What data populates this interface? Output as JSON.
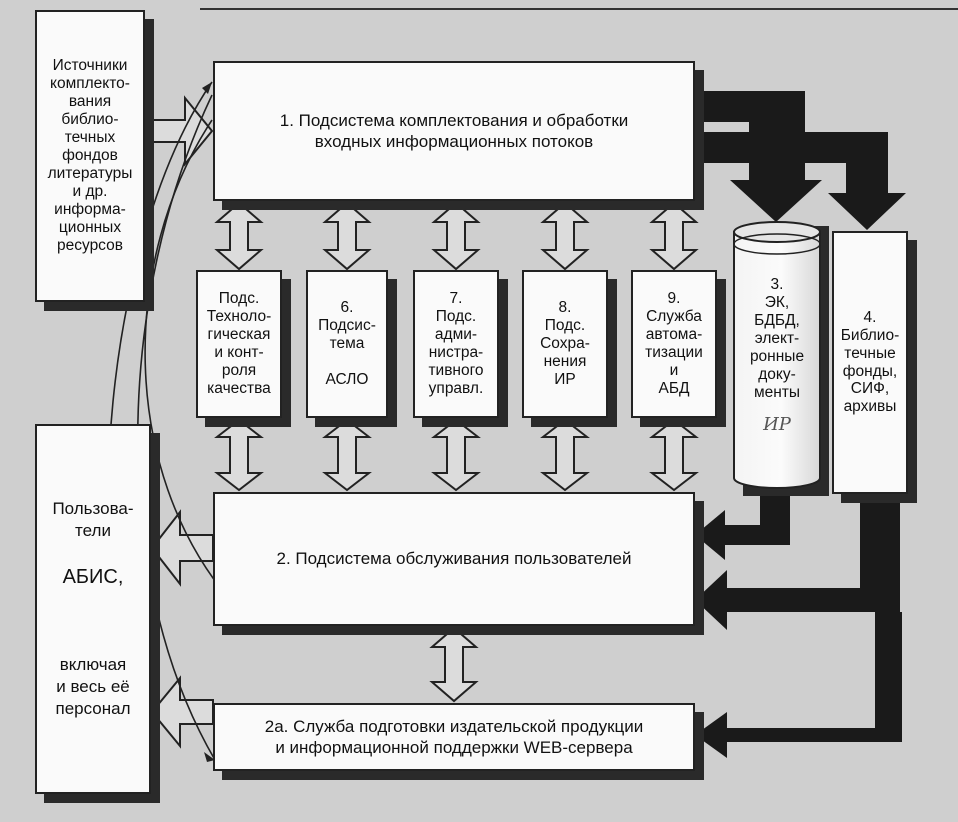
{
  "source_box": {
    "text": "Источники\nкомплекто-\nвания\nбиблио-\nтечных\nфондов\nлитературы\nи др.\nинформа-\nционных\nресурсов"
  },
  "subsystem_1": {
    "text": "1. Подсистема комплектования и обработки\nвходных информационных потоков"
  },
  "quality_box": {
    "text": "Подс.\nТехноло-\nгическая\nи конт-\nроля\nкачества"
  },
  "subsystem_6": {
    "text": "6.\nПодсис-\nтема\n\nАСЛО"
  },
  "subsystem_7": {
    "text": "7.\nПодс.\nадми-\nнистра-\nтивного\nуправл."
  },
  "subsystem_8": {
    "text": "8.\nПодс.\nСохра-\nнения\nИР"
  },
  "subsystem_9": {
    "text": "9.\nСлужба\nавтома-\nтизации\nи\nАБД"
  },
  "subsystem_3": {
    "text": "3.\nЭК,\nБДБД,\nэлект-\nронные\nдоку-\nменты",
    "handwritten": "ИР"
  },
  "subsystem_4": {
    "text": "4.\nБиблио-\nтечные\nфонды,\nСИФ,\nархивы"
  },
  "users_box": {
    "line1": "Пользова-\nтели",
    "line2": "АБИС,",
    "line3": "включая\nи весь её\nперсонал"
  },
  "subsystem_2": {
    "text": "2. Подсистема обслуживания пользователей"
  },
  "subsystem_2a": {
    "text": "2а. Служба подготовки издательской продукции\nи информационной поддержки WEB-сервера"
  },
  "colors": {
    "background": "#cfcfcf",
    "box": "#fafafa",
    "arrow_dark": "#1a1a1a",
    "arrow_light": "#dcdcdc",
    "outline": "#222222"
  }
}
